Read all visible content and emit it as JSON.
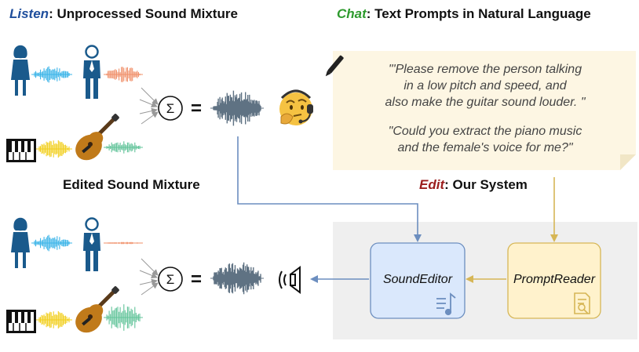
{
  "titles": {
    "listen_kw": "Listen",
    "listen_rest": ": Unprocessed Sound Mixture",
    "chat_kw": "Chat",
    "chat_rest": ": Text Prompts in Natural Language",
    "edited": "Edited Sound Mixture",
    "edit_kw": "Edit",
    "edit_rest": ": Our System"
  },
  "prompts": {
    "p1_line1": "\"'Please remove the person talking",
    "p1_line2": "in a low pitch and speed, and",
    "p1_line3": "also make the guitar sound louder. \"",
    "p2_line1": "\"Could you extract the piano music",
    "p2_line2": "and the female's voice for me?\""
  },
  "modules": {
    "sound_editor": "SoundEditor",
    "prompt_reader": "PromptReader"
  },
  "symbols": {
    "sum": "Σ",
    "equals": "="
  },
  "colors": {
    "listen": "#1f4e9c",
    "chat": "#2e9a2e",
    "edit": "#9b1c1c",
    "person": "#1a5a8c",
    "voice_female": "#3ab4e8",
    "voice_male": "#f0906a",
    "piano_wave": "#f2cf1d",
    "guitar_wave": "#62c49a",
    "mixture": "#5f7283",
    "editor_fill": "#dae8fc",
    "editor_stroke": "#6c8ebf",
    "reader_fill": "#fff2cc",
    "reader_stroke": "#d6b656",
    "prompt_bg": "#fdf6e3",
    "panel_bg": "#efefef"
  },
  "icons": [
    "person-female-icon",
    "person-male-icon",
    "piano-keys-icon",
    "guitar-icon",
    "thinking-face-icon",
    "pen-icon",
    "speaker-icon",
    "music-list-icon",
    "document-search-icon",
    "sum-icon"
  ]
}
